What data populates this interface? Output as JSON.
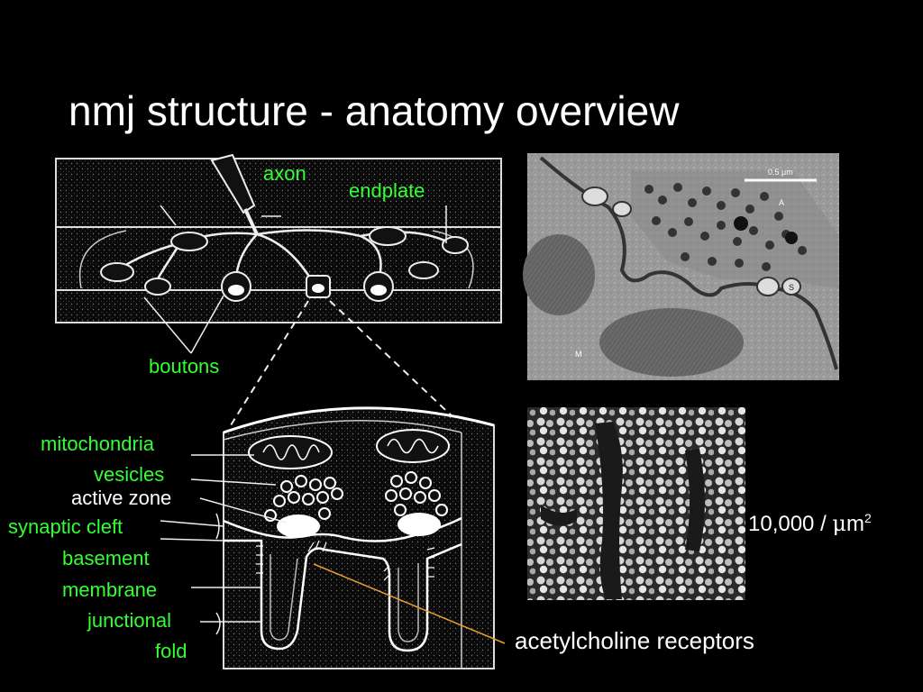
{
  "title": "nmj structure - anatomy overview",
  "labels": {
    "axon": "axon",
    "endplate": "endplate",
    "boutons": "boutons",
    "mitochondria": "mitochondria",
    "vesicles": "vesicles",
    "active_zone": "active zone",
    "synaptic_cleft": "synaptic cleft",
    "basement": "basement",
    "membrane": "membrane",
    "junctional": "junctional",
    "fold": "fold",
    "acetylcholine_receptors": "acetylcholine receptors",
    "density_value": "10,000 / ",
    "density_unit": "m",
    "density_mu": "μ",
    "density_exp": "2"
  },
  "micrograph": {
    "scale_bar": "0.5 μm",
    "marker_a": "A",
    "marker_s": "S",
    "marker_m": "M"
  },
  "colors": {
    "background": "#000000",
    "title": "#ffffff",
    "label_green": "#33ff33",
    "label_white": "#ffffff",
    "pointer_orange": "#e8a030"
  }
}
